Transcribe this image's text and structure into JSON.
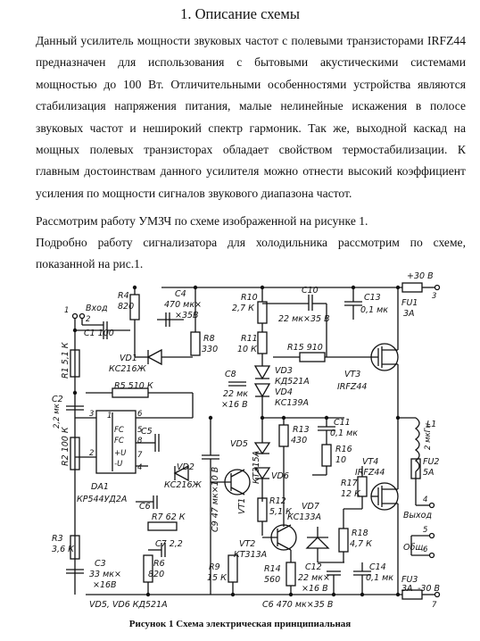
{
  "document": {
    "heading": "1. Описание схемы",
    "paragraphs": [
      "Данный усилитель мощности звуковых частот с полевыми транзисторами IRFZ44 предназначен для использования с бытовыми акустическими системами мощностью до 100 Вт. Отличительными особенностями устройства являются стабилизация напряжения питания, малые нелинейные искажения в полосе звуковых частот и неширокий спектр гармоник. Так же, выходной каскад на мощных полевых транзисторах обладает свойством термостабилизации. К главным достоинствам данного усилителя можно отнести высокий коэффициент усиления по мощности сигналов звукового диапазона частот.",
      "Рассмотрим работу УМЗЧ по схеме изображенной на рисунке 1.",
      "Подробно работу сигнализатора для холодильника рассмотрим по схеме, показанной на рис.1."
    ],
    "figure_caption": "Рисунок 1 Схема электрическая принципиальная"
  },
  "schematic": {
    "labels": {
      "input": "Вход",
      "output": "Выход",
      "common": "Общ.",
      "plus_supply": "+30 В",
      "minus_supply": "-30 В",
      "fu1": "FU1",
      "fu1_val": "3А",
      "fu2": "FU2",
      "fu2_val": "5А",
      "fu3": "FU3",
      "fu3_val": "3А",
      "c1": "C1 100",
      "c2": "C2",
      "c2_val": "2,2 мк",
      "r1": "R1 5,1 К",
      "r2": "R2 100 К",
      "r3": "R3",
      "r3_val": "3,6 К",
      "c3": "C3",
      "c3_val": "33 мк×",
      "c3_val2": "×16В",
      "r4": "R4",
      "r4_val": "820",
      "c4": "C4",
      "c4_val": "470 мк×",
      "c4_val2": "×35В",
      "vd1": "VD1",
      "vd1_val": "КС216Ж",
      "r5": "R5 510 К",
      "r8": "R8",
      "r8_val": "330",
      "r10": "R10",
      "r10_val": "2,7 К",
      "r11": "R11",
      "r11_val": "10 К",
      "c10": "C10",
      "c10_val": "22 мк×35 В",
      "c13": "C13",
      "c13_val": "0,1 мк",
      "r15": "R15 910",
      "vd3": "VD3",
      "vd3_val": "КД521А",
      "vd4": "VD4",
      "vd4_val": "КС139А",
      "c8": "C8",
      "c8_val": "22 мк",
      "c8_val2": "×16 В",
      "vt3": "VT3",
      "vt3_val": "IRFZ44",
      "r13": "R13",
      "r13_val": "430",
      "c11": "C11",
      "c11_val": "0,1 мк",
      "r16": "R16",
      "r16_val": "10",
      "l1": "L1",
      "l1_val": "2 мкГн",
      "vd5": "VD5",
      "vd6": "VD6",
      "vt1": "VT1",
      "vt1_val": "КТ315А",
      "r12": "R12",
      "r12_val": "5,1 К",
      "c9": "C9 47 мк×10 В",
      "vd2": "VD2",
      "vd2_val": "КС216Ж",
      "da1": "DA1",
      "da1_val": "КР544УД2А",
      "c5": "C5",
      "c6": "C6",
      "r7": "R7 62 К",
      "c7": "C7 2,2",
      "r6": "R6",
      "r6_val": "820",
      "vt4": "VT4",
      "vt4_val": "IRFZ44",
      "r17": "R17",
      "r17_val": "12 К",
      "vd7": "VD7",
      "vd7_val": "КС133А",
      "vt2": "VT2",
      "vt2_val": "КТ313А",
      "r18": "R18",
      "r18_val": "4,7 К",
      "r9": "R9",
      "r9_val": "15 К",
      "r14": "R14",
      "r14_val": "560",
      "c12": "C12",
      "c12_val": "22 мк×",
      "c12_val2": "×16 В",
      "c14": "C14",
      "c14_val": "0,1 мк",
      "pin1": "1",
      "pin2": "2",
      "pin3": "3",
      "pin4": "4",
      "pin5": "5",
      "pin6": "6",
      "pin7": "7",
      "op_pin3": "3",
      "op_pin2": "2",
      "op_pin6": "6",
      "op_pin7": "7",
      "op_pin4": "4",
      "op_pin5": "5",
      "op_pin8": "8",
      "op_pin1": "1",
      "op_fc": "FC",
      "op_plus": "+U",
      "op_minus": "-U",
      "footnote_left": "VD5, VD6 КД521А",
      "footnote_right": "C6 470 мк×35 В"
    }
  }
}
